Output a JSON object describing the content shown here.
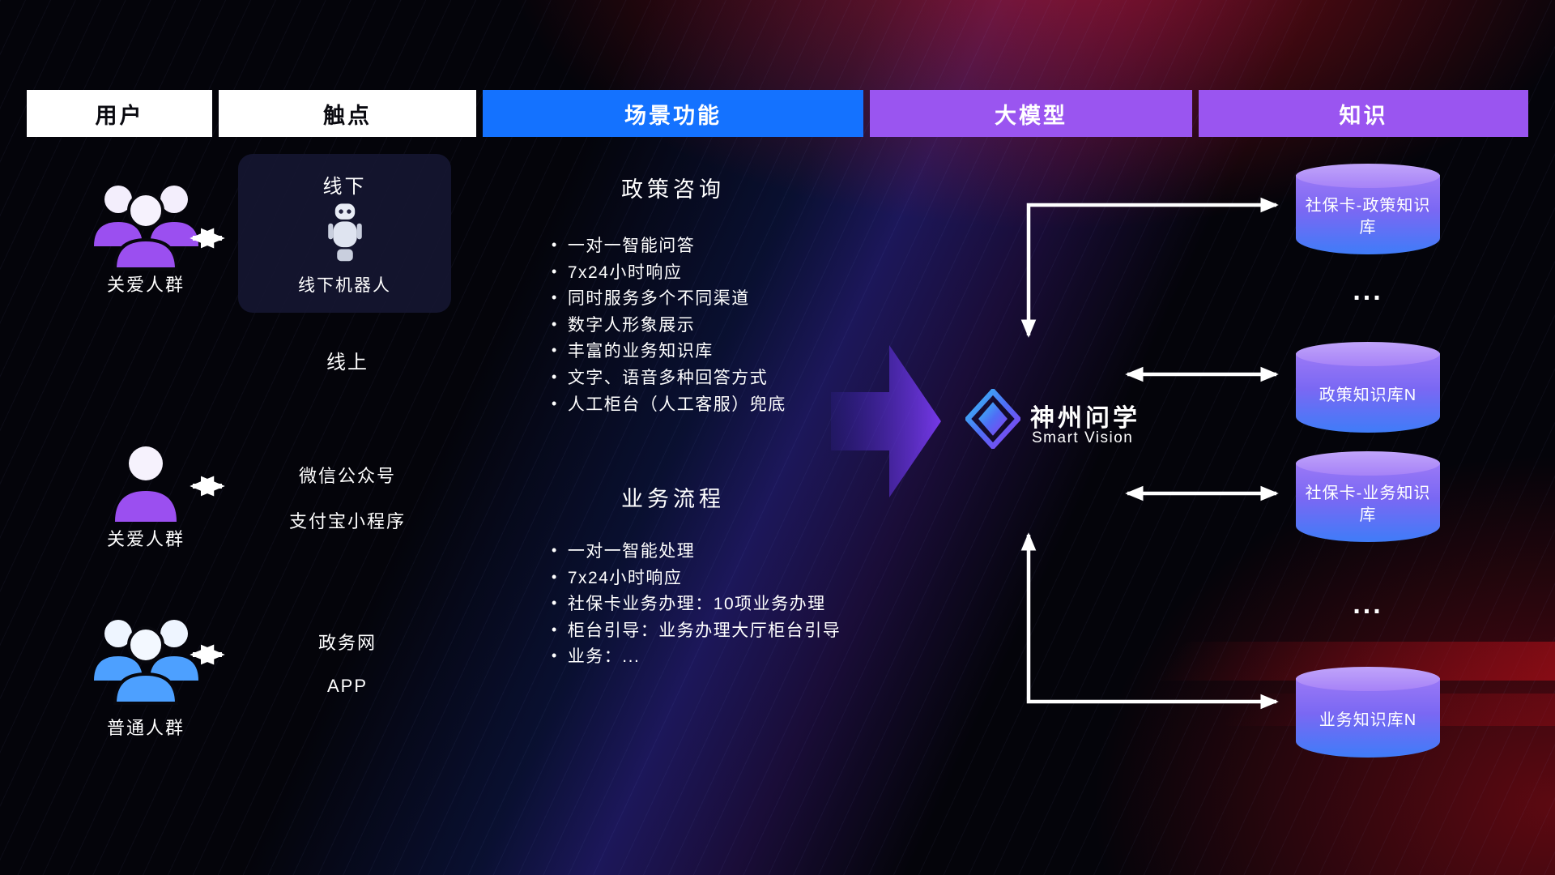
{
  "colors": {
    "header_blue": "#1472ff",
    "header_purple": "#9a55f0",
    "flow_arrow_purple": "#7a3bf0",
    "db_gradient_top": "#9b79f6",
    "db_gradient_bottom": "#3f7cf8",
    "user_accent_purple": "#9b4ff0",
    "user_accent_blue": "#4da0ff",
    "connector_white": "#ffffff",
    "background_red_glow": "#c41420"
  },
  "header": {
    "columns": [
      {
        "label": "用户"
      },
      {
        "label": "触点"
      },
      {
        "label": "场景功能"
      },
      {
        "label": "大模型"
      },
      {
        "label": "知识"
      }
    ]
  },
  "users": {
    "groups": [
      {
        "label": "关爱人群",
        "icon": "users-group-icon"
      },
      {
        "label": "关爱人群",
        "icon": "user-icon"
      },
      {
        "label": "普通人群",
        "icon": "users-group-icon"
      }
    ]
  },
  "touchpoints": {
    "offline": {
      "title": "线下",
      "robot_label": "线下机器人",
      "icon": "robot-icon"
    },
    "online_title": "线上",
    "online_channels": [
      "微信公众号",
      "支付宝小程序"
    ],
    "gov_channels": [
      "政务网",
      "APP"
    ]
  },
  "scenarios": [
    {
      "title": "政策咨询",
      "items": [
        "一对一智能问答",
        "7x24小时响应",
        "同时服务多个不同渠道",
        "数字人形象展示",
        "丰富的业务知识库",
        "文字、语音多种回答方式",
        "人工柜台（人工客服）兜底"
      ]
    },
    {
      "title": "业务流程",
      "items": [
        "一对一智能处理",
        "7x24小时响应",
        "社保卡业务办理：10项业务办理",
        "柜台引导：业务办理大厅柜台引导",
        "业务：..."
      ]
    }
  ],
  "model": {
    "name": "神州问学",
    "subtitle": "Smart Vision",
    "icon": "logo-diamond-icon"
  },
  "knowledge": {
    "items": [
      {
        "type": "db",
        "label": "社保卡-政策知识库"
      },
      {
        "type": "ellipsis",
        "label": "..."
      },
      {
        "type": "db",
        "label": "政策知识库N"
      },
      {
        "type": "db",
        "label": "社保卡-业务知识库"
      },
      {
        "type": "ellipsis",
        "label": "..."
      },
      {
        "type": "db",
        "label": "业务知识库N"
      }
    ]
  }
}
